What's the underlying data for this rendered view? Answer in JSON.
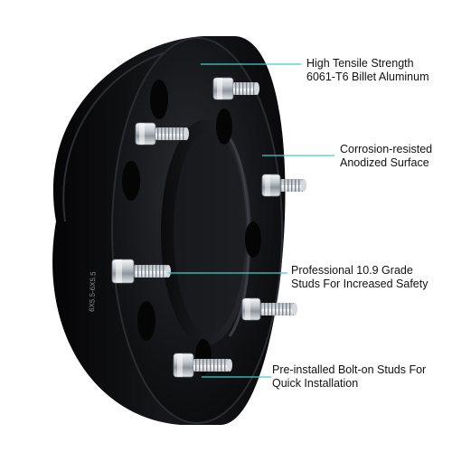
{
  "product": {
    "description": "black 6-lug wheel spacer with chrome lug studs",
    "engraving": "6X5.5-6X5.5"
  },
  "colors": {
    "leader_line": "#3fd0d0",
    "body": "#0c0c0e",
    "text": "#111111"
  },
  "callouts": [
    {
      "line1": "High Tensile Strength",
      "line2": "6061-T6 Billet Aluminum"
    },
    {
      "line1": "Corrosion-resisted",
      "line2": "Anodized Surface"
    },
    {
      "line1": "Professional 10.9 Grade",
      "line2": "Studs For Increased Safety"
    },
    {
      "line1": "Pre-installed Bolt-on Studs For",
      "line2": "Quick Installation"
    }
  ]
}
